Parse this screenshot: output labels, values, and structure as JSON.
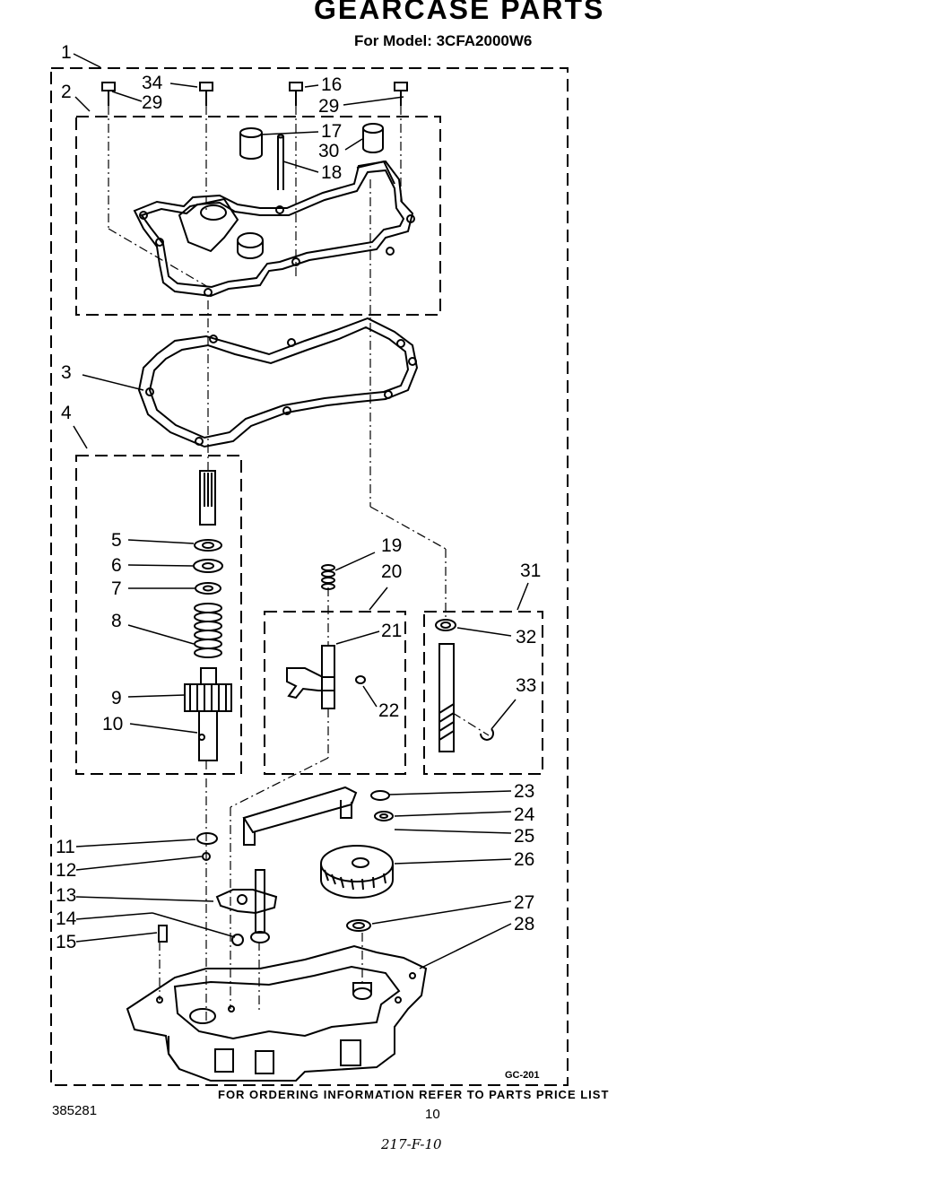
{
  "header": {
    "title": "GEARCASE PARTS",
    "model": "For Model: 3CFA2000W6"
  },
  "footer": {
    "ordering_note": "FOR ORDERING INFORMATION REFER TO PARTS PRICE LIST",
    "doc_number": "385281",
    "page_number": "10",
    "handwritten_note": "217-F-10",
    "diagram_code": "GC-201"
  },
  "callouts": [
    "1",
    "2",
    "3",
    "4",
    "5",
    "6",
    "7",
    "8",
    "9",
    "10",
    "11",
    "12",
    "13",
    "14",
    "15",
    "16",
    "17",
    "18",
    "19",
    "20",
    "21",
    "22",
    "23",
    "24",
    "25",
    "26",
    "27",
    "28",
    "29",
    "29",
    "30",
    "31",
    "32",
    "33",
    "34"
  ]
}
